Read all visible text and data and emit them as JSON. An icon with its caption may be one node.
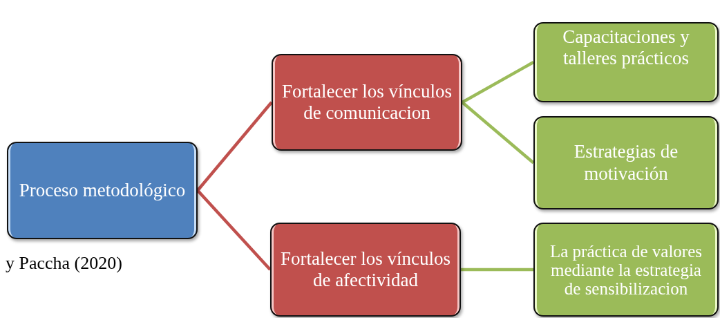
{
  "diagram": {
    "nodes": [
      {
        "text": [
          "Proceso metodológico"
        ]
      },
      {
        "text": [
          "Fortalecer los vínculos de comunicacion"
        ]
      },
      {
        "text": [
          "Fortalecer los vínculos de afectividad"
        ]
      },
      {
        "text": [
          "Capacitaciones y talleres prácticos"
        ]
      },
      {
        "text": [
          "Estrategias de motivación"
        ]
      },
      {
        "text": [
          "La práctica de valores mediante la estrategia de sensibilizacion"
        ]
      }
    ],
    "edges": [
      {
        "from": 0,
        "to": 1,
        "arrow": "none",
        "color": "#c0504d"
      },
      {
        "from": 0,
        "to": 2,
        "arrow": "none",
        "color": "#c0504d"
      },
      {
        "from": 1,
        "to": 3,
        "arrow": "none"
      },
      {
        "from": 1,
        "to": 4,
        "arrow": "none"
      },
      {
        "from": 2,
        "to": 5,
        "arrow": "none"
      }
    ],
    "labels": [
      "y Paccha (2020)"
    ]
  }
}
